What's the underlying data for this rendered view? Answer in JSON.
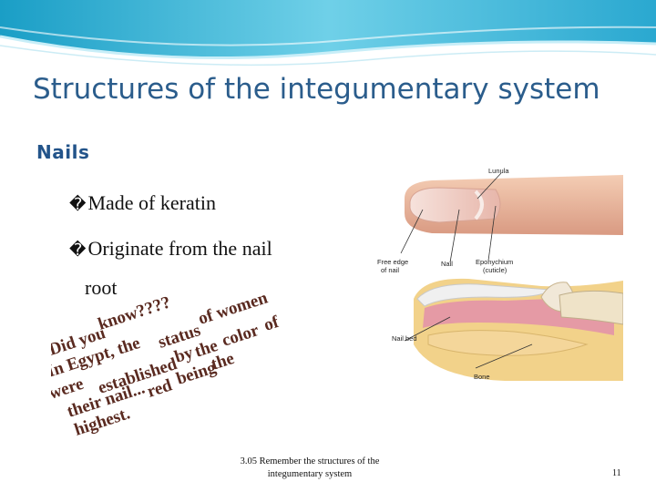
{
  "slide": {
    "title": "Structures of the integumentary system",
    "subtitle": "Nails",
    "bullets": [
      {
        "icon": "box-glyph",
        "text": "Made of keratin"
      },
      {
        "icon": "box-glyph",
        "text": "Originate from the nail"
      }
    ],
    "bullet_continuation": "root",
    "bullet_marker": "�",
    "trivia_lines": [
      "know????",
      "of women",
      "Did you",
      "status",
      "of",
      "color",
      "the",
      "In Egypt, the",
      "by",
      "the",
      "established",
      "being",
      "were",
      "red",
      "their nail...",
      "highest."
    ],
    "diagram_labels": {
      "lunula": "Lunula",
      "free_edge": "Free edge\nof nail",
      "nail": "Nail",
      "eponychium": "Eponychium\n(cuticle)",
      "nail_bed": "Nail bed",
      "bone": "Bone"
    },
    "footer_line1": "3.05 Remember the structures of the",
    "footer_line2": "integumentary system",
    "page_number": "11"
  }
}
